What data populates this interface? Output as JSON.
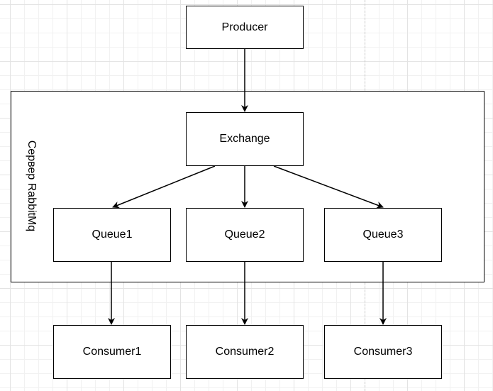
{
  "diagram": {
    "server_label": "Сервер RabbitMq",
    "nodes": {
      "producer": "Producer",
      "exchange": "Exchange",
      "queue1": "Queue1",
      "queue2": "Queue2",
      "queue3": "Queue3",
      "consumer1": "Consumer1",
      "consumer2": "Consumer2",
      "consumer3": "Consumer3"
    },
    "edges": [
      {
        "from": "producer",
        "to": "exchange"
      },
      {
        "from": "exchange",
        "to": "queue1"
      },
      {
        "from": "exchange",
        "to": "queue2"
      },
      {
        "from": "exchange",
        "to": "queue3"
      },
      {
        "from": "queue1",
        "to": "consumer1"
      },
      {
        "from": "queue2",
        "to": "consumer2"
      },
      {
        "from": "queue3",
        "to": "consumer3"
      }
    ],
    "colors": {
      "stroke": "#000000",
      "background": "#ffffff",
      "grid": "#e3e3e3"
    }
  }
}
